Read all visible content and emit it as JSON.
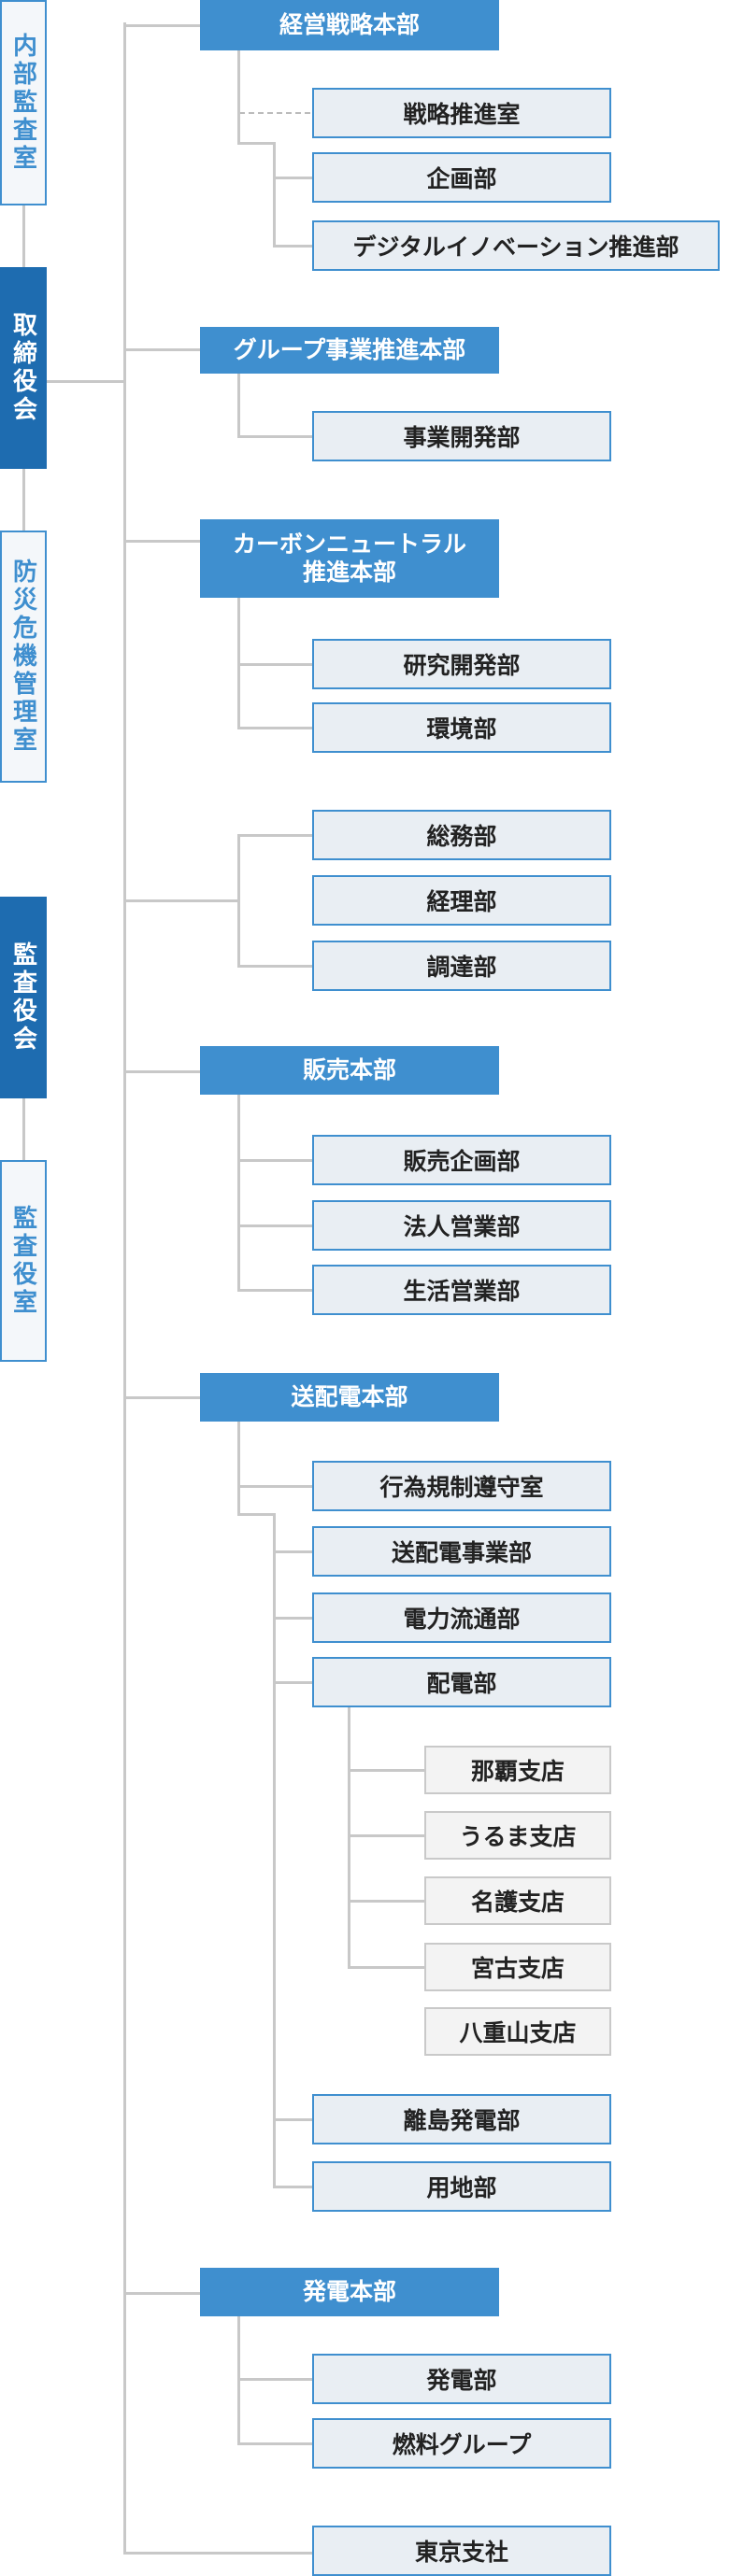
{
  "left_column": {
    "internal_audit_office": "内部監査室",
    "board_of_directors": "取締役会",
    "crisis_management_office": "防災危機管理室",
    "audit_board": "監査役会",
    "auditor_office": "監査役室"
  },
  "management_strategy": {
    "head": "経営戦略本部",
    "strategy_promotion": "戦略推進室",
    "planning": "企画部",
    "digital_innovation": "デジタルイノベーション推進部"
  },
  "group_business": {
    "head": "グループ事業推進本部",
    "business_development": "事業開発部"
  },
  "carbon_neutral": {
    "head_line1": "カーボンニュートラル",
    "head_line2": "推進本部",
    "research_development": "研究開発部",
    "environment": "環境部"
  },
  "admin": {
    "general_affairs": "総務部",
    "accounting": "経理部",
    "procurement": "調達部"
  },
  "sales": {
    "head": "販売本部",
    "sales_planning": "販売企画部",
    "corporate_sales": "法人営業部",
    "residential_sales": "生活営業部"
  },
  "transmission": {
    "head": "送配電本部",
    "compliance_office": "行為規制遵守室",
    "td_business": "送配電事業部",
    "power_distribution_network": "電力流通部",
    "distribution": "配電部",
    "branches": {
      "naha": "那覇支店",
      "uruma": "うるま支店",
      "nago": "名護支店",
      "miyako": "宮古支店",
      "yaeyama": "八重山支店"
    },
    "remote_islands_generation": "離島発電部",
    "land": "用地部"
  },
  "generation": {
    "head": "発電本部",
    "generation_dept": "発電部",
    "fuel_group": "燃料グループ"
  },
  "tokyo_branch": "東京支社",
  "colors": {
    "headquarters_fill": "#3f8fcf",
    "department_fill": "#e9eef3",
    "board_fill": "#1e6cb0",
    "connector_line": "#c8c8c8"
  }
}
